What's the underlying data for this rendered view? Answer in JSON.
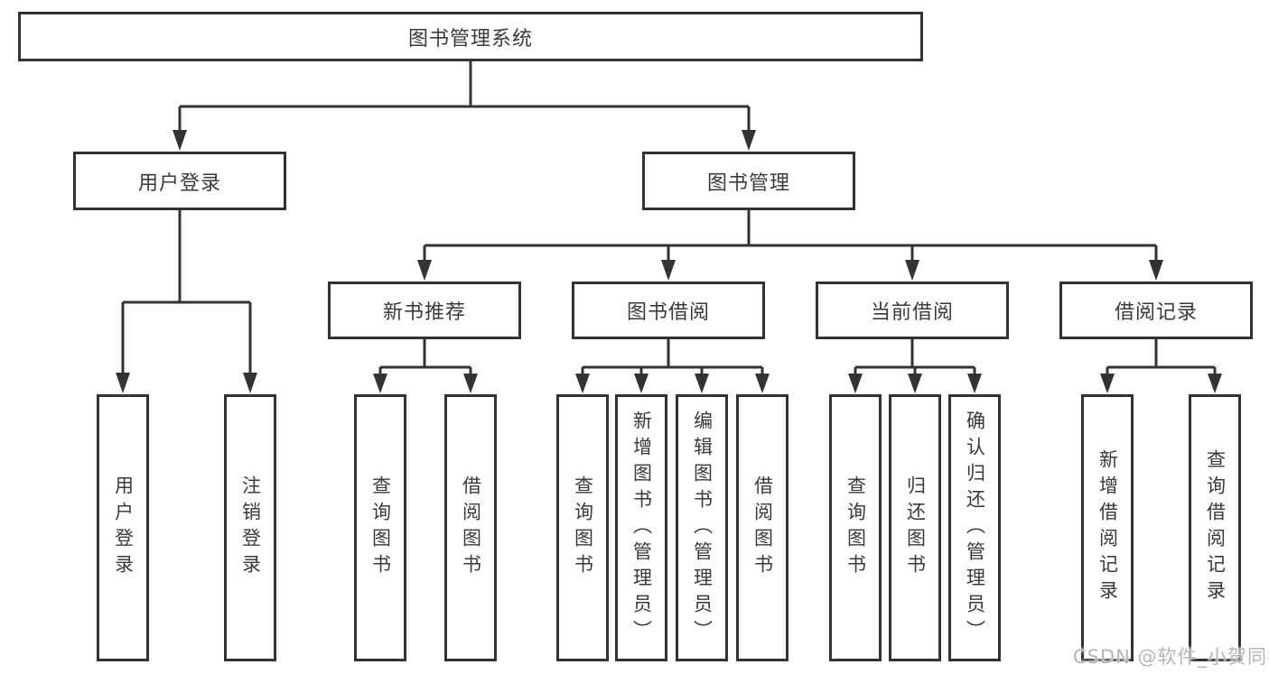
{
  "tree": {
    "root": "图书管理系统",
    "children": [
      {
        "label": "用户登录",
        "children": [
          {
            "label": "用户登录"
          },
          {
            "label": "注销登录"
          }
        ]
      },
      {
        "label": "图书管理",
        "children": [
          {
            "label": "新书推荐",
            "children": [
              {
                "label": "查询图书"
              },
              {
                "label": "借阅图书"
              }
            ]
          },
          {
            "label": "图书借阅",
            "children": [
              {
                "label": "查询图书"
              },
              {
                "label": "新增图书（管理员）"
              },
              {
                "label": "编辑图书（管理员）"
              },
              {
                "label": "借阅图书"
              }
            ]
          },
          {
            "label": "当前借阅",
            "children": [
              {
                "label": "查询图书"
              },
              {
                "label": "归还图书"
              },
              {
                "label": "确认归还（管理员）"
              }
            ]
          },
          {
            "label": "借阅记录",
            "children": [
              {
                "label": "新增借阅记录"
              },
              {
                "label": "查询借阅记录"
              }
            ]
          }
        ]
      }
    ]
  },
  "watermark": "CSDN @软件_小贺同学",
  "colors": {
    "line": "#333333",
    "text": "#3a3a3a",
    "background": "#ffffff",
    "watermark": "#b5b5b5"
  }
}
